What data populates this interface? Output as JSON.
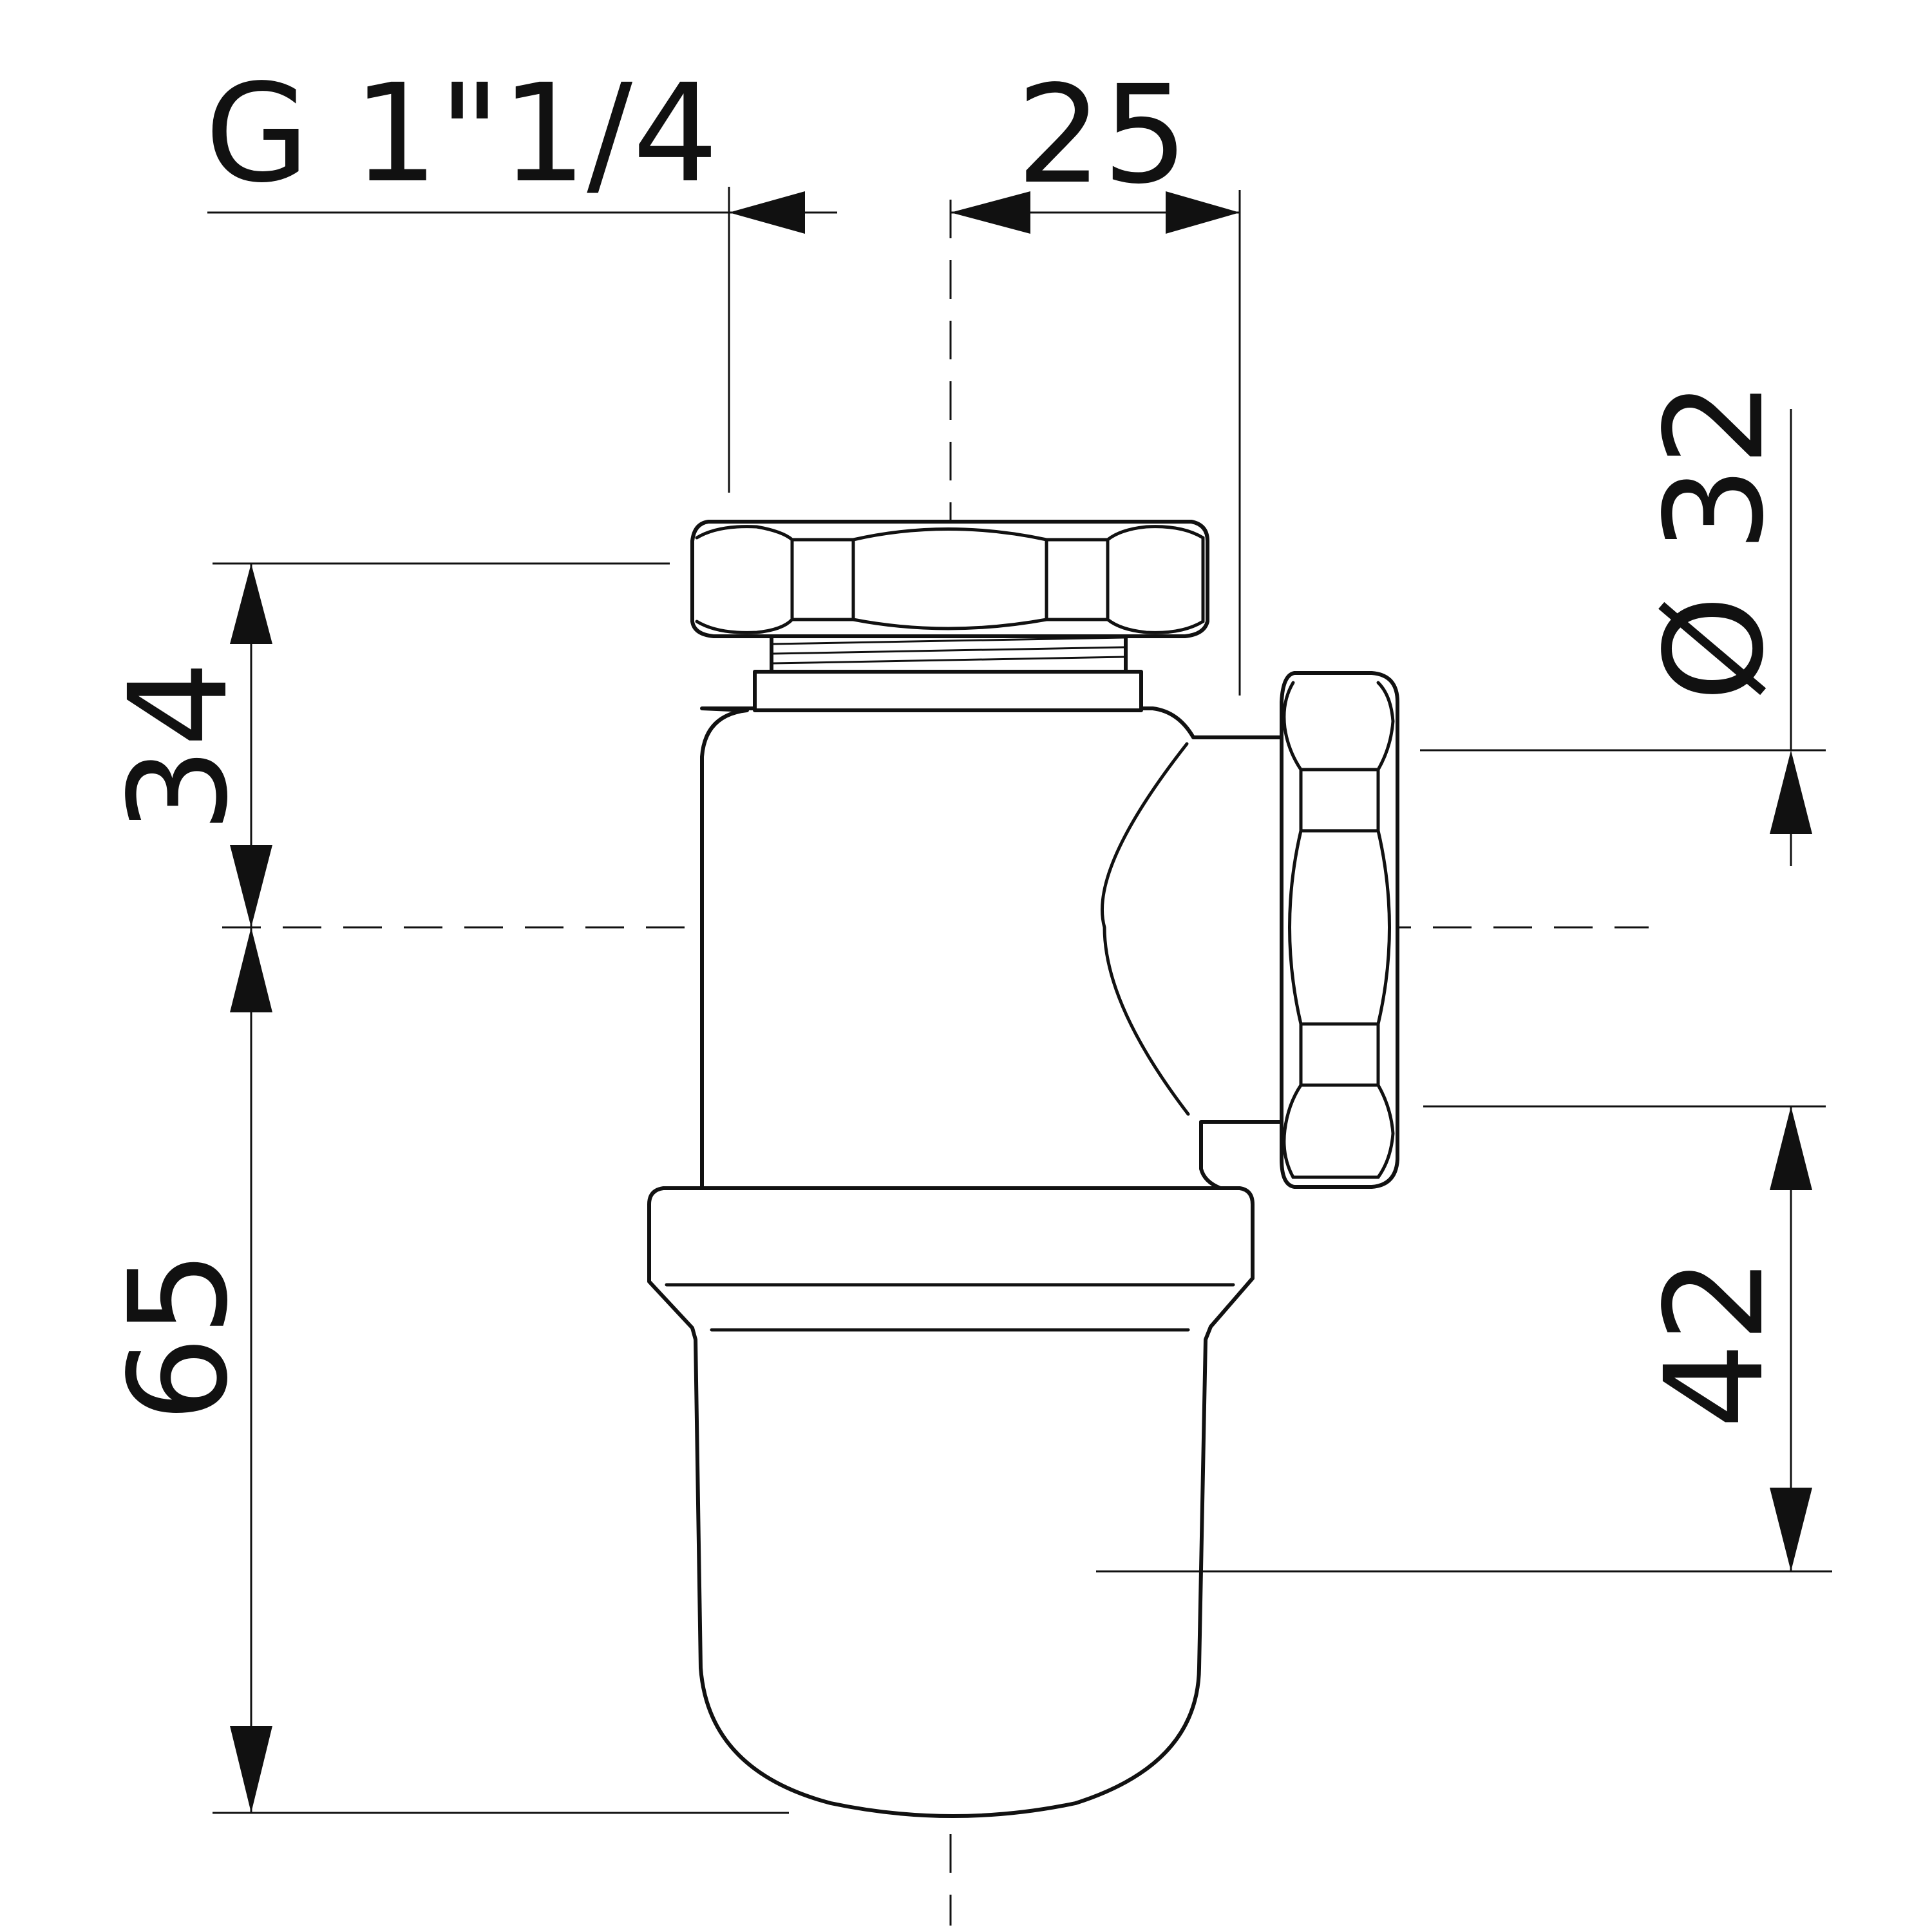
{
  "dimensions": {
    "thread": "G 1\"1/4",
    "offset": "25",
    "outlet_diameter": "Ø 32",
    "upper_height": "34",
    "lower_height": "65",
    "outlet_height": "42"
  }
}
